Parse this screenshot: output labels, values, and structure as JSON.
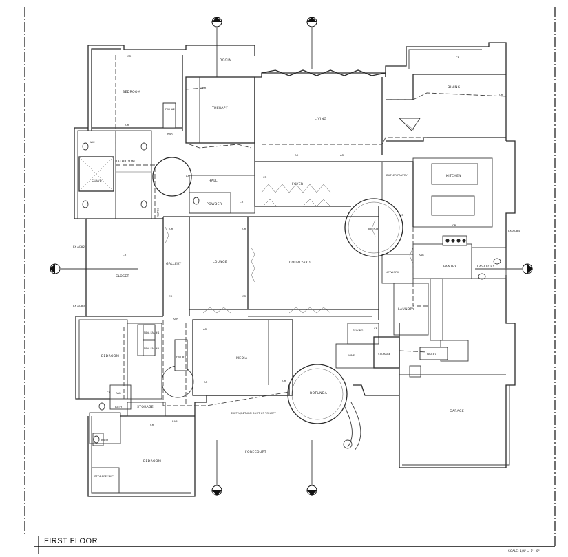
{
  "sheet": {
    "title": "FIRST FLOOR",
    "scale": "SCALE: 1/4\" = 1' - 0\""
  },
  "rooms": {
    "loggia": "LOGGIA",
    "bedroom_nw": "BEDROOM",
    "therapy": "THERAPY",
    "living": "LIVING",
    "dining": "DINING",
    "bathroom": "BATHROOM",
    "shwr": "SHWR",
    "hall": "HALL",
    "foyer": "FOYER",
    "butler_pantry": "BUTLER PANTRY",
    "kitchen": "KITCHEN",
    "powder": "POWDER",
    "coats": "COATS",
    "music": "MUSIC",
    "closet": "CLOSET",
    "gallery": "GALLERY",
    "lounge": "LOUNGE",
    "courtyard": "COURTYARD",
    "network": "NETWORK",
    "pantry": "PANTRY",
    "lavatory": "LAVATORY",
    "laundry": "LAUNDRY",
    "bedroom_w": "BEDROOM",
    "media": "MEDIA",
    "sewing": "SEWING",
    "wine": "WINE",
    "storage_mid": "STORAGE",
    "bath_sw": "BATH",
    "storage_sw": "STORAGE",
    "rotunda": "ROTUNDA",
    "garage": "GARAGE",
    "bath_s": "BATH",
    "bedroom_s": "BEDROOM",
    "storage_wic": "STORAGE/ WIC",
    "forecourt": "FORECOURT"
  },
  "equipment": {
    "fau2": "FAU #2",
    "fau3": "FAU #3",
    "fau1": "FAU #1",
    "nda_fau4": "NDA FAU#4",
    "nda_fau5": "NDA FAU#5",
    "ex_ac2": "EX AC#2",
    "ex_ac3": "EX AC#3",
    "ex_ac4": "EX AC#4",
    "wic": "WIC"
  },
  "notes": {
    "supply_return": "SUPPLY/RETURN DUCT UP TO LOFT"
  },
  "markers": {
    "cr": "CR",
    "rar": "RAR",
    "ar": "AR"
  },
  "colors": {
    "ink": "#2a2a2a",
    "background": "#ffffff"
  }
}
